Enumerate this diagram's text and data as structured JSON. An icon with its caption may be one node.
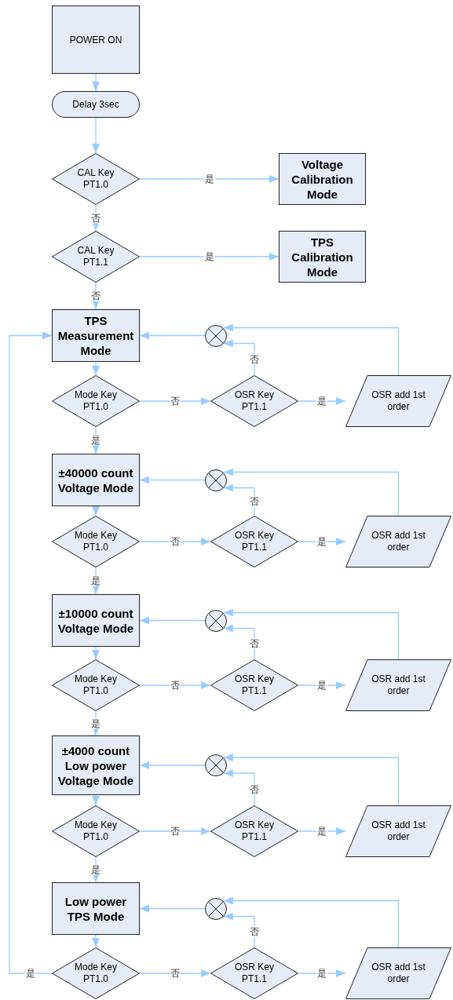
{
  "diagram": {
    "nodes": [
      {
        "text": [
          "POWER ON"
        ]
      },
      {
        "text": [
          "Delay 3sec"
        ]
      },
      {
        "text": [
          "CAL Key PT1.0"
        ]
      },
      {
        "text": [
          "Voltage Calibration Mode"
        ]
      },
      {
        "text": [
          "CAL Key PT1.1"
        ]
      },
      {
        "text": [
          "TPS Calibration Mode"
        ]
      },
      {
        "text": [
          "TPS Measurement Mode"
        ]
      },
      {
        "text": [],
        "shape": "circle"
      },
      {
        "text": [
          "Mode Key PT1.0"
        ]
      },
      {
        "text": [
          "OSR Key PT1.1"
        ]
      },
      {
        "text": [
          "OSR add 1st order"
        ]
      },
      {
        "text": [
          "±40000 count Voltage Mode"
        ]
      },
      {
        "text": [],
        "shape": "circle"
      },
      {
        "text": [
          "Mode Key PT1.0"
        ]
      },
      {
        "text": [
          "OSR Key PT1.1"
        ]
      },
      {
        "text": [
          "OSR add 1st order"
        ]
      },
      {
        "text": [
          "±10000 count Voltage Mode"
        ]
      },
      {
        "text": [],
        "shape": "circle"
      },
      {
        "text": [
          "Mode Key PT1.0"
        ]
      },
      {
        "text": [
          "OSR Key PT1.1"
        ]
      },
      {
        "text": [
          "OSR add 1st order"
        ]
      },
      {
        "text": [
          "±4000 count Low power Voltage Mode"
        ]
      },
      {
        "text": [],
        "shape": "circle"
      },
      {
        "text": [
          "Mode Key PT1.0"
        ]
      },
      {
        "text": [
          "OSR Key PT1.1"
        ]
      },
      {
        "text": [
          "OSR add 1st order"
        ]
      },
      {
        "text": [
          "Low power TPS Mode"
        ]
      },
      {
        "text": [],
        "shape": "circle"
      },
      {
        "text": [
          "Mode Key PT1.0"
        ]
      },
      {
        "text": [
          "OSR Key PT1.1"
        ]
      },
      {
        "text": [
          "OSR add 1st order"
        ]
      }
    ],
    "edges": [
      {
        "from": 0,
        "to": 1,
        "arrow": "to"
      },
      {
        "from": 1,
        "to": 2,
        "arrow": "to"
      },
      {
        "from": 2,
        "to": 3,
        "arrow": "to",
        "label": "是"
      },
      {
        "from": 2,
        "to": 4,
        "arrow": "to",
        "label": "否"
      },
      {
        "from": 4,
        "to": 5,
        "arrow": "to",
        "label": "是"
      },
      {
        "from": 4,
        "to": 6,
        "arrow": "to",
        "label": "否"
      },
      {
        "from": 7,
        "to": 6,
        "arrow": "to"
      },
      {
        "from": 6,
        "to": 8,
        "arrow": "to"
      },
      {
        "from": 8,
        "to": 9,
        "arrow": "to",
        "label": "否"
      },
      {
        "from": 9,
        "to": 10,
        "arrow": "to",
        "label": "是"
      },
      {
        "from": 9,
        "to": 7,
        "arrow": "to",
        "label": "否"
      },
      {
        "from": 10,
        "to": 7,
        "arrow": "to"
      },
      {
        "from": 8,
        "to": 11,
        "arrow": "to",
        "label": "是"
      },
      {
        "from": 12,
        "to": 11,
        "arrow": "to"
      },
      {
        "from": 11,
        "to": 13,
        "arrow": "to"
      },
      {
        "from": 13,
        "to": 14,
        "arrow": "to",
        "label": "否"
      },
      {
        "from": 14,
        "to": 15,
        "arrow": "to",
        "label": "是"
      },
      {
        "from": 14,
        "to": 12,
        "arrow": "to",
        "label": "否"
      },
      {
        "from": 15,
        "to": 12,
        "arrow": "to"
      },
      {
        "from": 13,
        "to": 16,
        "arrow": "to",
        "label": "是"
      },
      {
        "from": 17,
        "to": 16,
        "arrow": "to"
      },
      {
        "from": 16,
        "to": 18,
        "arrow": "to"
      },
      {
        "from": 18,
        "to": 19,
        "arrow": "to",
        "label": "否"
      },
      {
        "from": 19,
        "to": 20,
        "arrow": "to",
        "label": "是"
      },
      {
        "from": 19,
        "to": 17,
        "arrow": "to",
        "label": "否"
      },
      {
        "from": 20,
        "to": 17,
        "arrow": "to"
      },
      {
        "from": 18,
        "to": 21,
        "arrow": "to",
        "label": "是"
      },
      {
        "from": 22,
        "to": 21,
        "arrow": "to"
      },
      {
        "from": 21,
        "to": 23,
        "arrow": "to"
      },
      {
        "from": 23,
        "to": 24,
        "arrow": "to",
        "label": "否"
      },
      {
        "from": 24,
        "to": 25,
        "arrow": "to",
        "label": "是"
      },
      {
        "from": 24,
        "to": 22,
        "arrow": "to",
        "label": "否"
      },
      {
        "from": 25,
        "to": 22,
        "arrow": "to"
      },
      {
        "from": 23,
        "to": 26,
        "arrow": "to",
        "label": "是"
      },
      {
        "from": 27,
        "to": 26,
        "arrow": "to"
      },
      {
        "from": 26,
        "to": 28,
        "arrow": "to"
      },
      {
        "from": 28,
        "to": 29,
        "arrow": "to",
        "label": "否"
      },
      {
        "from": 29,
        "to": 30,
        "arrow": "to",
        "label": "是"
      },
      {
        "from": 29,
        "to": 27,
        "arrow": "to",
        "label": "否"
      },
      {
        "from": 30,
        "to": 27,
        "arrow": "to"
      },
      {
        "from": 28,
        "to": 6,
        "arrow": "to",
        "label": "是"
      }
    ]
  }
}
